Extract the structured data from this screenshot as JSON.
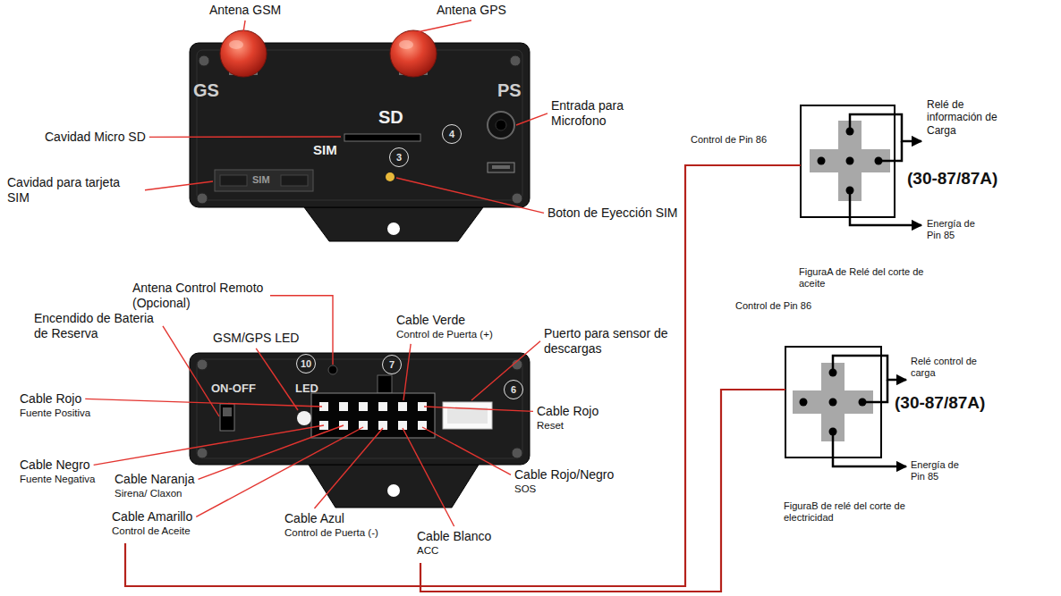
{
  "diagram": {
    "nodes": [
      {
        "text": [
          "GS",
          "PS",
          "SD",
          "4",
          "SIM",
          "3",
          "SIM"
        ]
      },
      {
        "text": [
          "10",
          "7",
          "ON-OFF",
          "LED",
          "6"
        ]
      }
    ],
    "labels": [
      "Antena GSM",
      "Antena GPS",
      "Entrada para Microfono",
      "Cavidad Micro SD",
      "Cavidad para tarjeta SIM",
      "Boton de Eyección SIM",
      "Control de Pin 86",
      "Relé de información de Carga",
      "(30-87/87A)",
      "Energía de Pin 85",
      "FiguraA de Relé del corte de aceite",
      "Control de Pin 86",
      "Antena Control Remoto (Opcional)",
      "GSM/GPS LED",
      "Encendido de Bateria de Reserva",
      "Cable Verde",
      "Control de Puerta (+)",
      "Puerto para sensor de descargas",
      "Relé control de carga",
      "Cable Rojo",
      "Fuente Positiva",
      "(30-87/87A)",
      "Cable Rojo",
      "Reset",
      "Energía de Pin 85",
      "Cable Negro",
      "Fuente Negativa",
      "Cable Naranja",
      "Sirena/ Claxon",
      "Cable Rojo/Negro",
      "SOS",
      "FiguraB de relé del corte de electricidad",
      "Cable Amarillo",
      "Control de Aceite",
      "Cable Azul",
      "Control de Puerta (-)",
      "Cable Blanco",
      "ACC"
    ]
  }
}
